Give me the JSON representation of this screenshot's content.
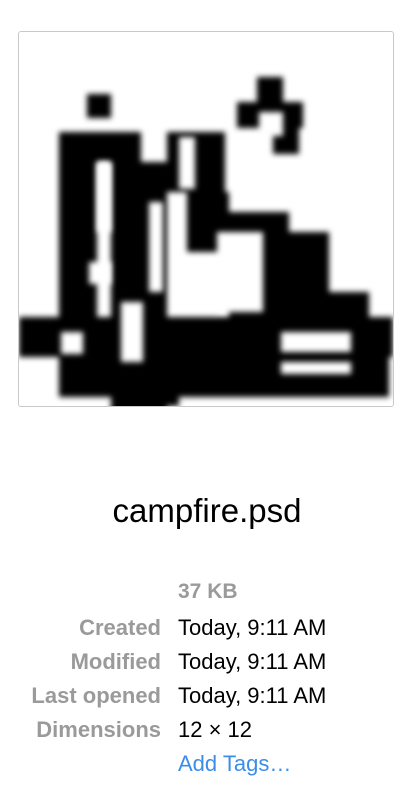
{
  "file": {
    "name": "campfire.psd",
    "size": "37 KB"
  },
  "info": [
    {
      "label": "Created",
      "value": "Today, 9:11 AM"
    },
    {
      "label": "Modified",
      "value": "Today, 9:11 AM"
    },
    {
      "label": "Last opened",
      "value": "Today, 9:11 AM"
    },
    {
      "label": "Dimensions",
      "value": "12 × 12"
    }
  ],
  "tags": {
    "add_label": "Add Tags…"
  },
  "colors": {
    "label": "#9a9a9a",
    "link": "#3b8ee8",
    "pixel": "#000000"
  }
}
